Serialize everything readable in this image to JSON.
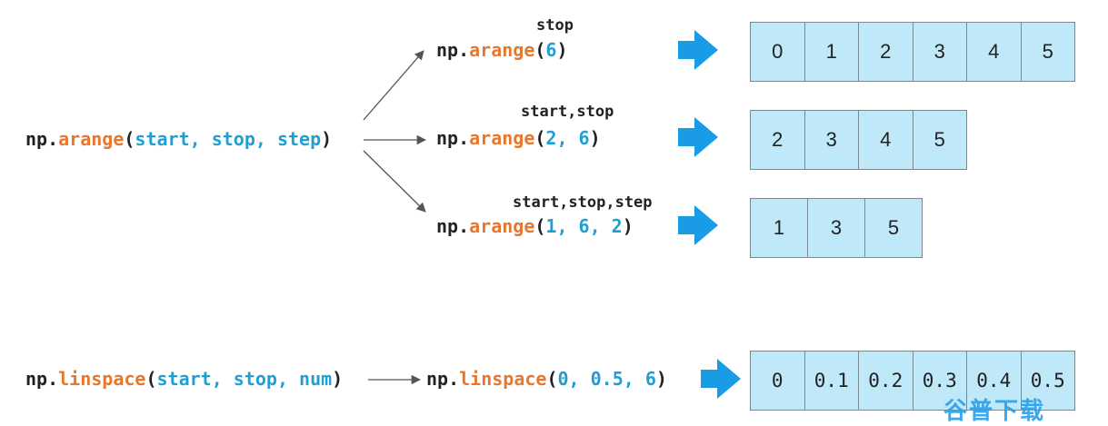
{
  "arange_sig": {
    "np": "np.",
    "fn": "arange",
    "open": "(",
    "args": "start, stop, step",
    "close": ")"
  },
  "ex1": {
    "label": "stop",
    "np": "np.",
    "fn": "arange",
    "open": "(",
    "args": "6",
    "close": ")",
    "values": [
      "0",
      "1",
      "2",
      "3",
      "4",
      "5"
    ]
  },
  "ex2": {
    "label": "start,stop",
    "np": "np.",
    "fn": "arange",
    "open": "(",
    "args": "2, 6",
    "close": ")",
    "values": [
      "2",
      "3",
      "4",
      "5"
    ]
  },
  "ex3": {
    "label": "start,stop,step",
    "np": "np.",
    "fn": "arange",
    "open": "(",
    "args": "1, 6, 2",
    "close": ")",
    "values": [
      "1",
      "3",
      "5"
    ]
  },
  "linspace_sig": {
    "np": "np.",
    "fn": "linspace",
    "open": "(",
    "args": "start, stop, num",
    "close": ")"
  },
  "ex4": {
    "np": "np.",
    "fn": "linspace",
    "open": "(",
    "args": "0, 0.5, 6",
    "close": ")",
    "values": [
      "0",
      "0.1",
      "0.2",
      "0.3",
      "0.4",
      "0.5"
    ]
  },
  "watermark": "谷普下载",
  "colors": {
    "function": "#e8772e",
    "argument": "#1fa0d4",
    "cell_fill": "#bfe8f8",
    "arrow": "#1a9be6",
    "text": "#222222"
  }
}
